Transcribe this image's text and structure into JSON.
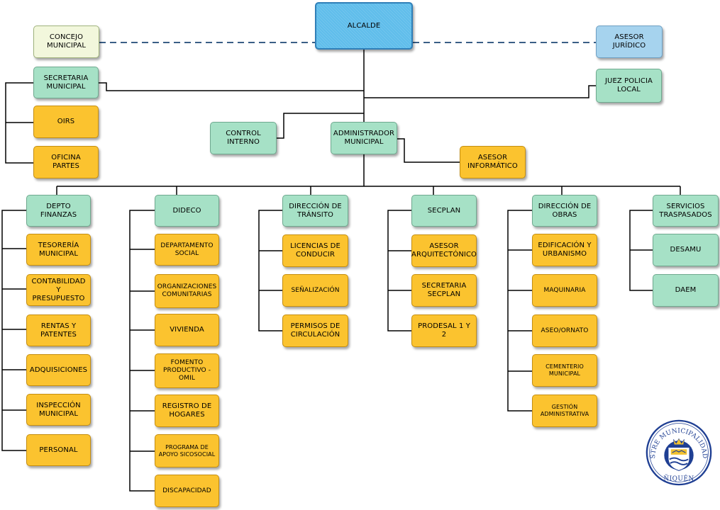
{
  "top": {
    "alcalde": "ALCALDE",
    "concejo": "CONCEJO\nMUNICIPAL",
    "asesor_juridico": "ASESOR\nJURÍDICO",
    "secretaria_municipal": "SECRETARIA\nMUNICIPAL",
    "juez_policia": "JUEZ POLICIA\nLOCAL",
    "oirs": "OIRS",
    "oficina_partes": "OFICINA\nPARTES",
    "control_interno": "CONTROL\nINTERNO",
    "administrador": "ADMINISTRADOR\nMUNICIPAL",
    "asesor_informatico": "ASESOR\nINFORMÁTICO"
  },
  "departments": {
    "finanzas": {
      "title": "DEPTO\nFINANZAS",
      "items": [
        "TESORERÍA\nMUNICIPAL",
        "CONTABILIDAD\nY PRESUPUESTO",
        "RENTAS Y\nPATENTES",
        "ADQUISICIONES",
        "INSPECCIÓN\nMUNICIPAL",
        "PERSONAL"
      ]
    },
    "dideco": {
      "title": "DIDECO",
      "items": [
        "DEPARTAMENTO\nSOCIAL",
        "ORGANIZACIONES\nCOMUNITARIAS",
        "VIVIENDA",
        "FOMENTO\nPRODUCTIVO -\nOMIL",
        "REGISTRO DE\nHOGARES",
        "PROGRAMA DE\nAPOYO SICOSOCIAL",
        "DISCAPACIDAD"
      ]
    },
    "transito": {
      "title": "DIRECCIÓN DE\nTRÁNSITO",
      "items": [
        "LICENCIAS DE\nCONDUCIR",
        "SEÑALIZACIÓN",
        "PERMISOS DE\nCIRCULACIÓN"
      ]
    },
    "secplan": {
      "title": "SECPLAN",
      "items": [
        "ASESOR\nARQUITECTÓNICO",
        "SECRETARIA\nSECPLAN",
        "PRODESAL 1 Y 2"
      ]
    },
    "obras": {
      "title": "DIRECCIÓN DE\nOBRAS",
      "items": [
        "EDIFICACIÓN Y\nURBANISMO",
        "MAQUINARIA",
        "ASEO/ORNATO",
        "CEMENTERIO\nMUNICIPAL",
        "GESTIÓN\nADMINISTRATIVA"
      ]
    },
    "servicios": {
      "title": "SERVICIOS\nTRASPASADOS",
      "items": [
        "DESAMU",
        "DAEM"
      ]
    }
  },
  "logo": {
    "text": "ILUSTRE MUNICIPALIDAD DE ÑIQUÉN"
  },
  "colors": {
    "green": "#a6e1c6",
    "orange": "#fbc32f",
    "alcalde_blue": "#5fbdeb",
    "asesor_blue": "#a6d3ee",
    "concejo_cream": "#f2f7dc",
    "seal_blue": "#1f3f93",
    "dashed_line": "#3a5f86"
  }
}
